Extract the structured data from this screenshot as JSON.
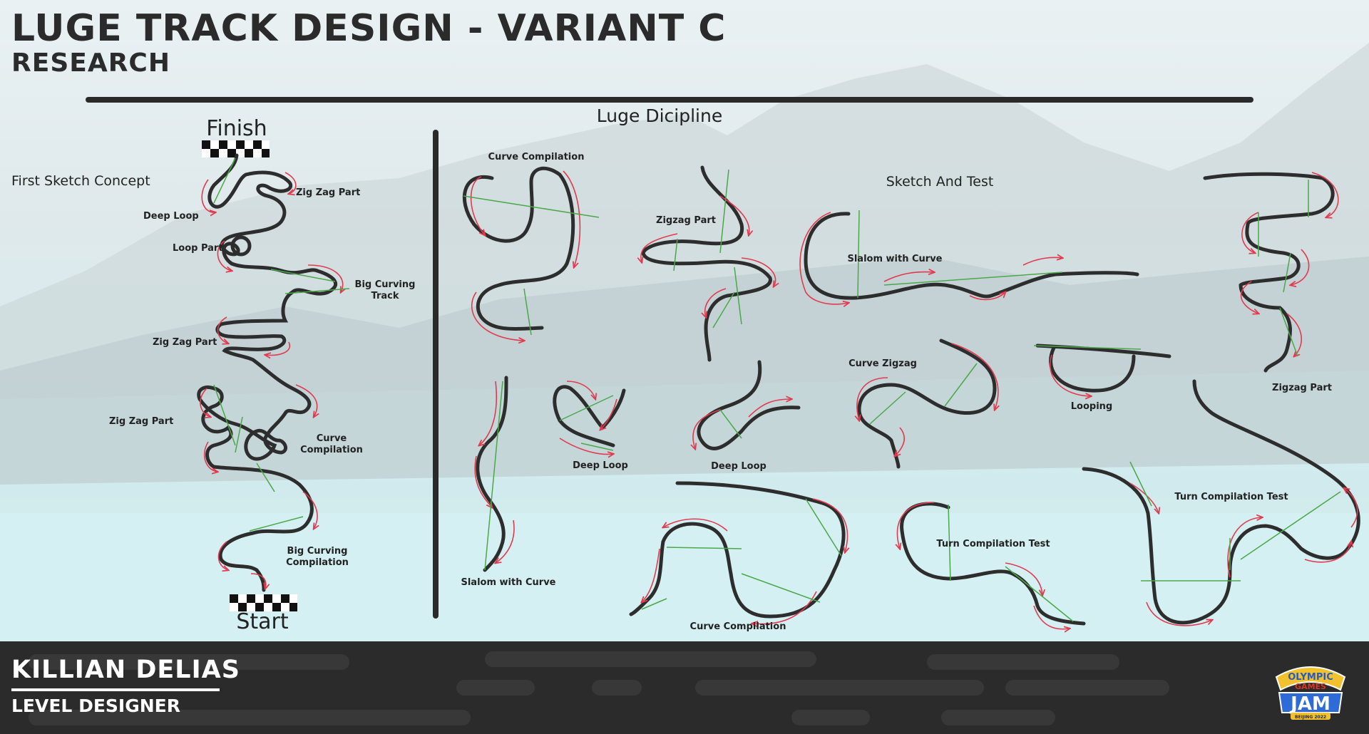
{
  "header": {
    "title": "LUGE TRACK DESIGN - VARIANT C",
    "subtitle": "RESEARCH"
  },
  "concept": {
    "title": "First Sketch Concept",
    "finish_label": "Finish",
    "start_label": "Start",
    "annotations": {
      "zig_zag_top": "Zig Zag Part",
      "deep_loop": "Deep Loop",
      "loop_part": "Loop Part",
      "big_curving_line1": "Big Curving",
      "big_curving_line2": "Track",
      "zig_zag_mid": "Zig Zag Part",
      "zig_zag_low": "Zig Zag Part",
      "curve_comp_line1": "Curve",
      "curve_comp_line2": "Compilation",
      "big_curving_comp_line1": "Big Curving",
      "big_curving_comp_line2": "Compilation"
    }
  },
  "discipline": {
    "title": "Luge Dicipline",
    "sketch_and_test": "Sketch And Test",
    "labels": {
      "curve_compilation_top": "Curve Compilation",
      "zigzag_part_left": "Zigzag Part",
      "slalom_with_curve_top": "Slalom with Curve",
      "curve_zigzag": "Curve Zigzag",
      "looping": "Looping",
      "zigzag_part_right": "Zigzag Part",
      "deep_loop_a": "Deep Loop",
      "deep_loop_b": "Deep Loop",
      "slalom_with_curve_bottom": "Slalom with Curve",
      "curve_compilation_bottom": "Curve Compilation",
      "turn_compilation_test_a": "Turn Compilation Test",
      "turn_compilation_test_b": "Turn Compilation Test"
    }
  },
  "footer": {
    "name": "KILLIAN DELIAS",
    "role": "LEVEL DESIGNER",
    "logo": {
      "line1": "OLYMPIC",
      "line2": "GAMES",
      "line3": "JAM",
      "line4": "BEIJING 2022"
    }
  },
  "colors": {
    "track": "#2d2d2d",
    "arrow": "#e23a4f",
    "guide": "#4aa84a",
    "footer_bg": "#2b2b2b"
  }
}
